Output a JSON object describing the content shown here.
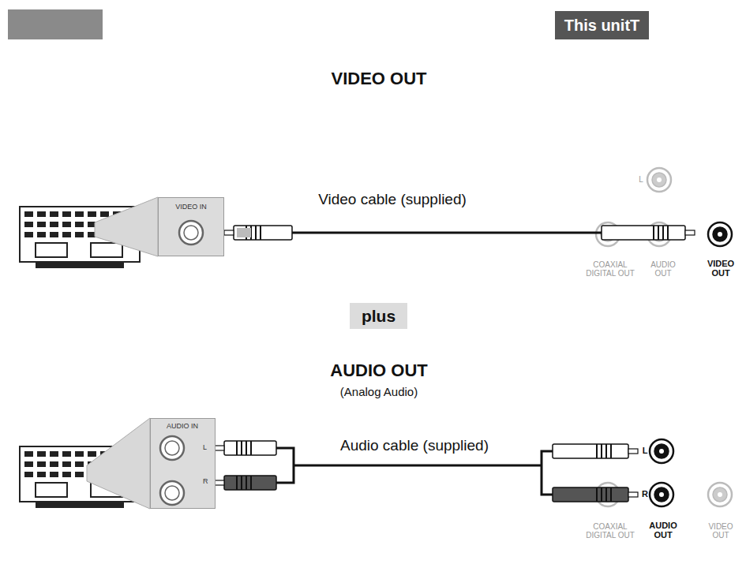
{
  "diagram": {
    "nodes": [
      {
        "text": [
          "This unitT"
        ]
      },
      {
        "text": [
          "VIDEO IN"
        ]
      },
      {
        "text": [
          "plus"
        ]
      },
      {
        "text": [
          "AUDIO IN",
          "L",
          "R"
        ]
      }
    ],
    "labels": [
      "VIDEO OUT",
      "Video cable (supplied)",
      "L",
      "COAXIAL DIGITAL OUT",
      "AUDIO OUT",
      "VIDEO OUT",
      "AUDIO OUT",
      "(Analog Audio)",
      "Audio cable (supplied)",
      "L",
      "R",
      "COAXIAL DIGITAL OUT",
      "AUDIO OUT",
      "VIDEO OUT"
    ]
  }
}
